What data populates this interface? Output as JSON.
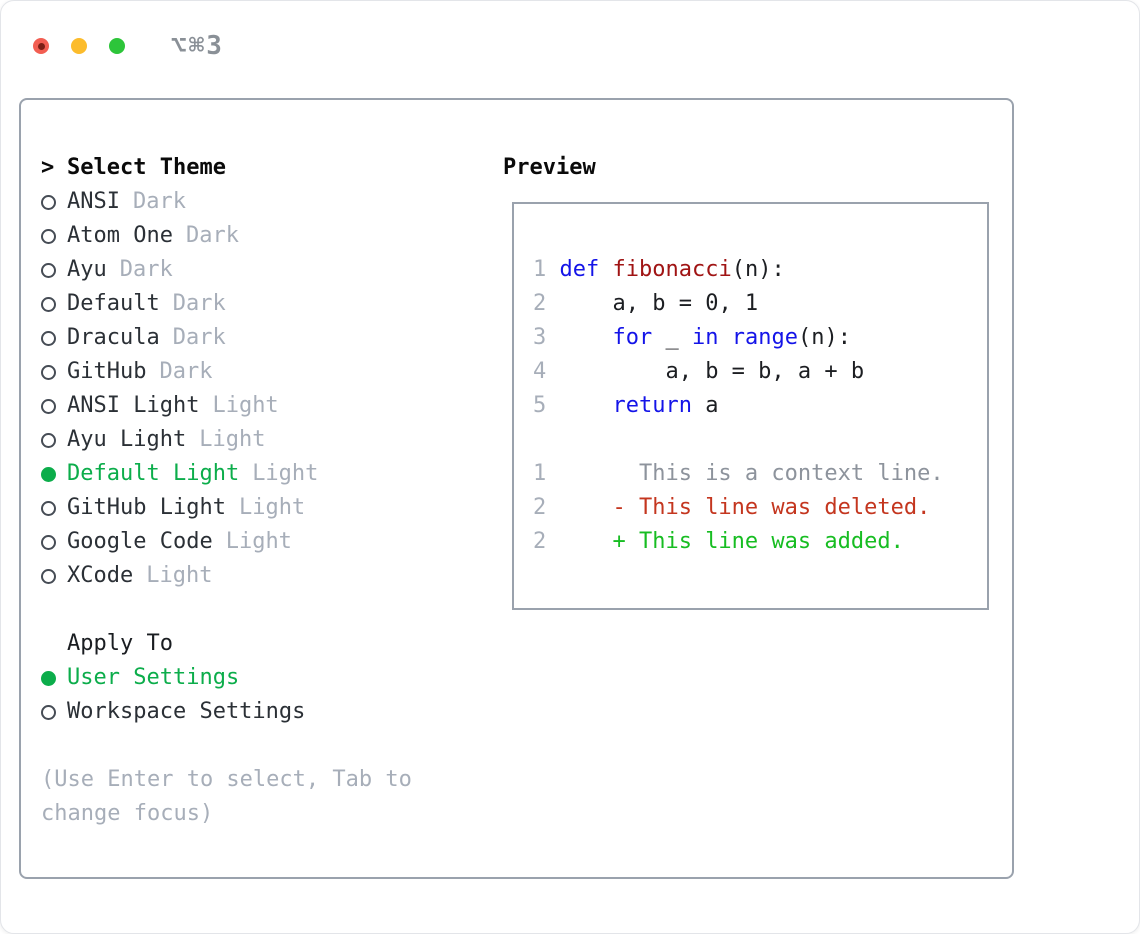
{
  "window": {
    "title": "⌥⌘3",
    "traffic_lights": [
      {
        "name": "close",
        "color": "#f25e52"
      },
      {
        "name": "minimize",
        "color": "#fcbc2c"
      },
      {
        "name": "zoom",
        "color": "#2dc53a"
      }
    ]
  },
  "theme_selector": {
    "prompt": ">",
    "title": "Select Theme",
    "items": [
      {
        "name": "ANSI",
        "variant": "Dark",
        "selected": false
      },
      {
        "name": "Atom One",
        "variant": "Dark",
        "selected": false
      },
      {
        "name": "Ayu",
        "variant": "Dark",
        "selected": false
      },
      {
        "name": "Default",
        "variant": "Dark",
        "selected": false
      },
      {
        "name": "Dracula",
        "variant": "Dark",
        "selected": false
      },
      {
        "name": "GitHub",
        "variant": "Dark",
        "selected": false
      },
      {
        "name": "ANSI Light",
        "variant": "Light",
        "selected": false
      },
      {
        "name": "Ayu Light",
        "variant": "Light",
        "selected": false
      },
      {
        "name": "Default Light",
        "variant": "Light",
        "selected": true
      },
      {
        "name": "GitHub Light",
        "variant": "Light",
        "selected": false
      },
      {
        "name": "Google Code",
        "variant": "Light",
        "selected": false
      },
      {
        "name": "XCode",
        "variant": "Light",
        "selected": false
      }
    ]
  },
  "apply_to": {
    "title": "Apply To",
    "options": [
      {
        "label": "User Settings",
        "selected": true
      },
      {
        "label": "Workspace Settings",
        "selected": false
      }
    ]
  },
  "hint_lines": [
    "(Use Enter to select, Tab to",
    "change focus)"
  ],
  "preview": {
    "title": "Preview",
    "lines": [
      [
        {
          "t": "1 ",
          "c": "num"
        },
        {
          "t": "def ",
          "c": "kw"
        },
        {
          "t": "fibonacci",
          "c": "fn"
        },
        {
          "t": "(n):",
          "c": "plain"
        }
      ],
      [
        {
          "t": "2 ",
          "c": "num"
        },
        {
          "t": "    a, b = 0, 1",
          "c": "plain"
        }
      ],
      [
        {
          "t": "3 ",
          "c": "num"
        },
        {
          "t": "    ",
          "c": "plain"
        },
        {
          "t": "for",
          "c": "kw"
        },
        {
          "t": " _ ",
          "c": "plain"
        },
        {
          "t": "in",
          "c": "kw"
        },
        {
          "t": " ",
          "c": "plain"
        },
        {
          "t": "range",
          "c": "kw"
        },
        {
          "t": "(n):",
          "c": "plain"
        }
      ],
      [
        {
          "t": "4 ",
          "c": "num"
        },
        {
          "t": "        a, b = b, a + b",
          "c": "plain"
        }
      ],
      [
        {
          "t": "5 ",
          "c": "num"
        },
        {
          "t": "    ",
          "c": "plain"
        },
        {
          "t": "return",
          "c": "kw"
        },
        {
          "t": " a",
          "c": "plain"
        }
      ],
      [],
      [
        {
          "t": "1",
          "c": "num"
        },
        {
          "t": "       This is a context line.",
          "c": "ctx"
        }
      ],
      [
        {
          "t": "2",
          "c": "num"
        },
        {
          "t": "     - This line was deleted.",
          "c": "del"
        }
      ],
      [
        {
          "t": "2",
          "c": "num"
        },
        {
          "t": "     + This line was added.",
          "c": "add"
        }
      ]
    ]
  },
  "colors": {
    "heading": "#0a0a0a",
    "text": "#2b3036",
    "muted": "#a7aeb9",
    "border": "#9aa2ad",
    "select-green": "#0cad4b",
    "keyword-blue": "#1414e8",
    "function-red": "#a01414",
    "code-text": "#1c1e22",
    "linenum": "#a7aeb9",
    "context-gray": "#8d939c",
    "deleted-red": "#c4361f",
    "added-green": "#17bd22",
    "title-gray": "#8a9097",
    "light-red": "#f25e52",
    "light-red-dot": "#7c1f16",
    "light-yellow": "#fcbc2c",
    "light-green": "#2dc53a"
  }
}
